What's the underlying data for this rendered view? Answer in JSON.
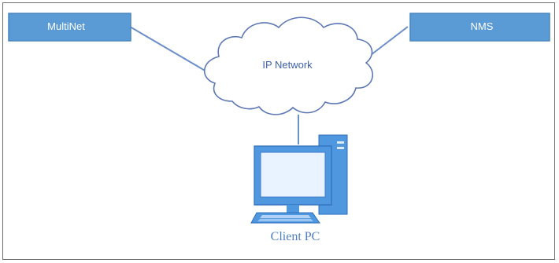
{
  "diagram": {
    "nodes": {
      "multinet": {
        "label": "MultiNet"
      },
      "nms": {
        "label": "NMS"
      },
      "network": {
        "label": "IP Network"
      },
      "client": {
        "label": "Client PC"
      }
    },
    "colors": {
      "box_fill": "#5b9bd5",
      "box_stroke": "#4a86be",
      "connector": "#6b8fc8",
      "cloud_stroke": "#5d78b5",
      "cloud_text": "#3f62a7",
      "pc_blue": "#4f97df",
      "pc_dark": "#2f6ebc",
      "pc_screen": "#e9f2ff",
      "caption": "#4f7fbf"
    },
    "icons": {
      "cloud": "cloud-icon",
      "client": "desktop-computer-icon"
    }
  }
}
